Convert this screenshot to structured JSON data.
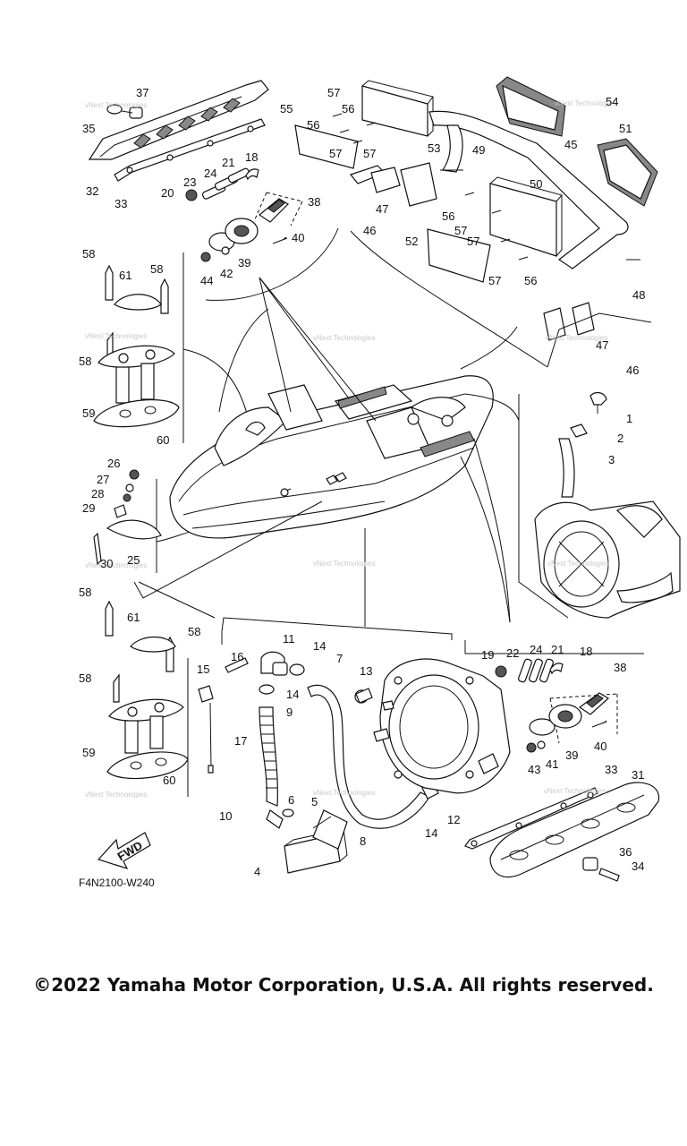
{
  "diagram": {
    "drawing_code": "F4N2100-W240",
    "fwd_label": "FWD",
    "watermark": "vNext Technologies",
    "callouts": [
      "1",
      "2",
      "3",
      "4",
      "5",
      "6",
      "7",
      "8",
      "9",
      "10",
      "11",
      "12",
      "13",
      "14",
      "15",
      "16",
      "17",
      "18",
      "19",
      "20",
      "21",
      "22",
      "23",
      "24",
      "25",
      "26",
      "27",
      "28",
      "29",
      "30",
      "31",
      "32",
      "33",
      "34",
      "35",
      "36",
      "37",
      "38",
      "39",
      "40",
      "41",
      "42",
      "43",
      "44",
      "45",
      "46",
      "47",
      "48",
      "49",
      "50",
      "51",
      "52",
      "53",
      "54",
      "55",
      "56",
      "57",
      "58",
      "59",
      "60",
      "61"
    ]
  },
  "copyright": "©2022 Yamaha Motor Corporation, U.S.A. All rights reserved."
}
